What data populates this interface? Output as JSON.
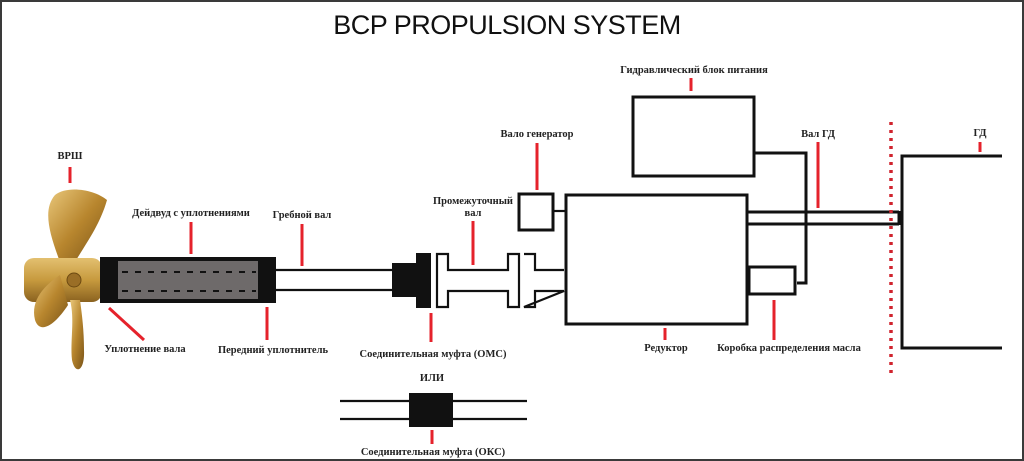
{
  "title": "BCP PROPULSION SYSTEM",
  "colors": {
    "leader": "#e5222b",
    "line": "#111111",
    "propeller": "#b8862e",
    "stern_tube_fill": "#6e6a6a",
    "divider": "#d0242e"
  },
  "labels": {
    "cpp": "ВРШ",
    "stern_tube": "Дейдвуд с уплотнениями",
    "propeller_shaft": "Гребной вал",
    "shaft_seal": "Уплотнение вала",
    "forward_seal": "Передний уплотнитель",
    "intermediate_shaft_line1": "Промежуточный",
    "intermediate_shaft_line2": "вал",
    "shaft_generator": "Вало генератор",
    "hydraulic_unit": "Гидравлический блок питания",
    "me_shaft": "Вал ГД",
    "main_engine": "ГД",
    "coupling_oms": "Соединительная муфта (ОМС)",
    "or": "ИЛИ",
    "coupling_oks": "Соединительная муфта (ОКС)",
    "gearbox": "Редуктор",
    "oil_distribution_box": "Коробка распределения масла"
  },
  "icons": {
    "propeller": "propeller-icon"
  }
}
